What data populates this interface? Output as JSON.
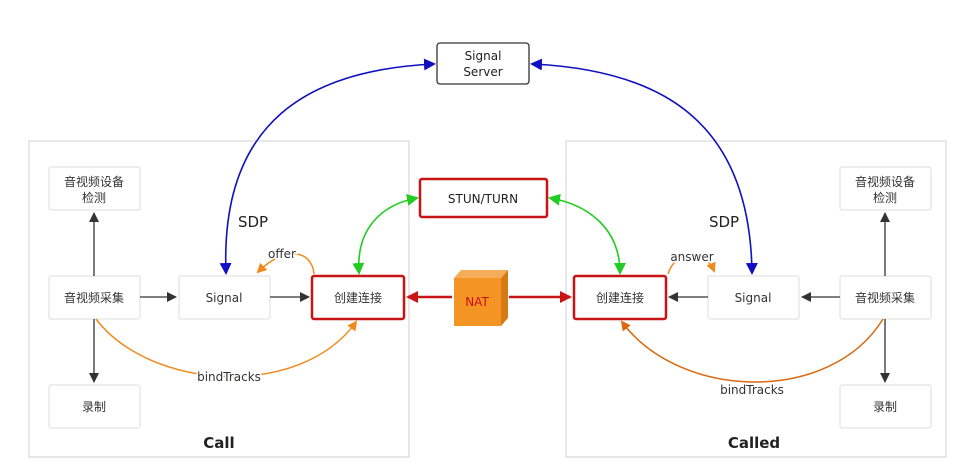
{
  "signal_server": {
    "line1": "Signal",
    "line2": "Server"
  },
  "stun_turn": "STUN/TURN",
  "nat": "NAT",
  "sdp_left": "SDP",
  "sdp_right": "SDP",
  "call": {
    "title": "Call",
    "device_check_line1": "音视频设备",
    "device_check_line2": "检测",
    "capture": "音视频采集",
    "signal": "Signal",
    "create_conn": "创建连接",
    "record": "录制",
    "offer": "offer",
    "bind_tracks": "bindTracks"
  },
  "called": {
    "title": "Called",
    "device_check_line1": "音视频设备",
    "device_check_line2": "检测",
    "capture": "音视频采集",
    "signal": "Signal",
    "create_conn": "创建连接",
    "record": "录制",
    "answer": "answer",
    "bind_tracks": "bindTracks"
  },
  "colors": {
    "blue": "#1010c0",
    "green": "#22cc22",
    "red": "#c81414",
    "orange": "#f08a1c",
    "nat_fill": "#f39425",
    "box_border": "#dddddd",
    "panel_border": "#d0d0d0"
  }
}
